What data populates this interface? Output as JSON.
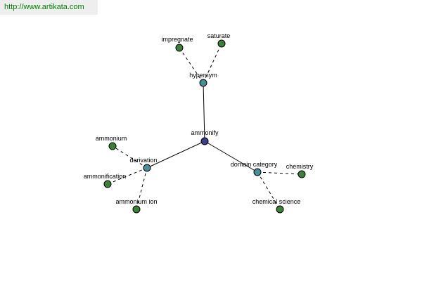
{
  "site_url": "http://www.artikata.com",
  "colors": {
    "center_node": "#3b3f8c",
    "relation_node": "#4a8f93",
    "leaf_node": "#3f7f3a",
    "url_text": "#008000",
    "url_background": "#eeeeee"
  },
  "graph": {
    "center": {
      "id": "ammonify",
      "label": "ammonify"
    },
    "relations": [
      {
        "id": "hypernym",
        "label": "hypernym",
        "leaves": [
          {
            "id": "impregnate",
            "label": "impregnate"
          },
          {
            "id": "saturate",
            "label": "saturate"
          }
        ]
      },
      {
        "id": "derivation",
        "label": "derivation",
        "leaves": [
          {
            "id": "ammonium",
            "label": "ammonium"
          },
          {
            "id": "ammonification",
            "label": "ammonification"
          },
          {
            "id": "ammonium-ion",
            "label": "ammonium ion"
          }
        ]
      },
      {
        "id": "domain-category",
        "label": "domain category",
        "leaves": [
          {
            "id": "chemistry",
            "label": "chemistry"
          },
          {
            "id": "chemical-science",
            "label": "chemical science"
          }
        ]
      }
    ]
  }
}
